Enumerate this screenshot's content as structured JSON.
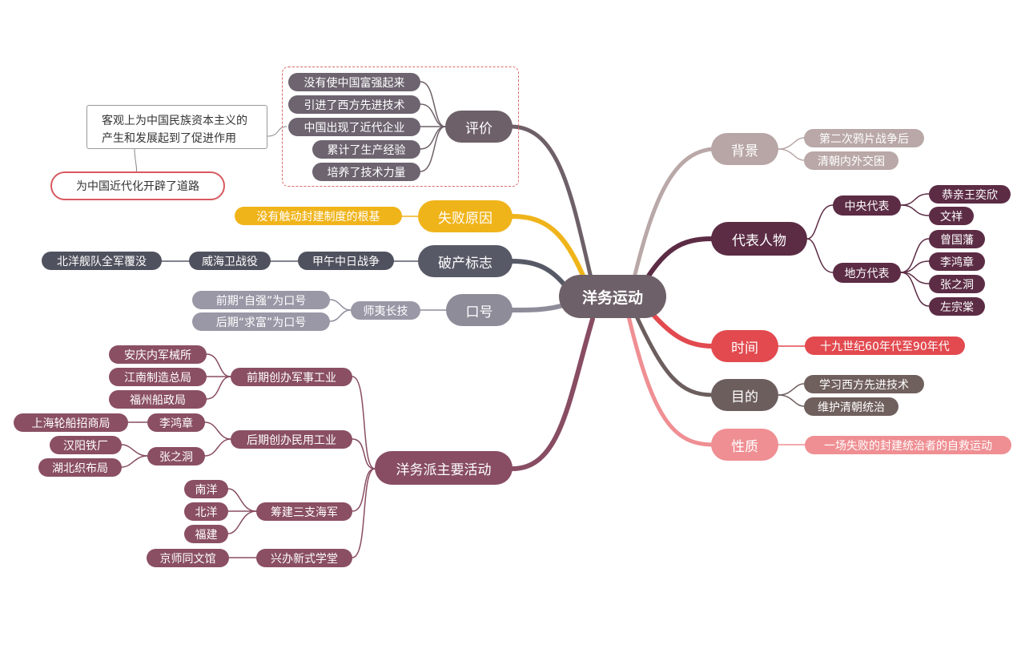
{
  "root": "洋务运动",
  "right": {
    "background": {
      "label": "背景",
      "items": [
        "第二次鸦片战争后",
        "清朝内外交困"
      ]
    },
    "representatives": {
      "label": "代表人物",
      "central": {
        "label": "中央代表",
        "items": [
          "恭亲王奕欣",
          "文祥"
        ]
      },
      "local": {
        "label": "地方代表",
        "items": [
          "曾国藩",
          "李鸿章",
          "张之洞",
          "左宗棠"
        ]
      }
    },
    "time": {
      "label": "时间",
      "items": [
        "十九世纪60年代至90年代"
      ]
    },
    "purpose": {
      "label": "目的",
      "items": [
        "学习西方先进技术",
        "维护清朝统治"
      ]
    },
    "nature": {
      "label": "性质",
      "items": [
        "一场失败的封建统治者的自救运动"
      ]
    }
  },
  "left": {
    "evaluation": {
      "label": "评价",
      "items": [
        "没有使中国富强起来",
        "引进了西方先进技术",
        "中国出现了近代企业",
        "累计了生产经验",
        "培养了技术力量"
      ],
      "note_box": [
        "客观上为中国民族资本主义的",
        "产生和发展起到了促进作用"
      ],
      "note_pill": "为中国近代化开辟了道路"
    },
    "failure": {
      "label": "失败原因",
      "items": [
        "没有触动封建制度的根基"
      ]
    },
    "bankruptcy": {
      "label": "破产标志",
      "chain": [
        "甲午中日战争",
        "威海卫战役",
        "北洋舰队全军覆没"
      ]
    },
    "slogan": {
      "label": "口号",
      "sub": "师夷长技",
      "items": [
        "前期“自强”为口号",
        "后期“求富”为口号"
      ]
    },
    "activities": {
      "label": "洋务派主要活动",
      "military": {
        "label": "前期创办军事工业",
        "items": [
          "安庆内军械所",
          "江南制造总局",
          "福州船政局"
        ]
      },
      "civil": {
        "label": "后期创办民用工业",
        "li": {
          "label": "李鸿章",
          "items": [
            "上海轮船招商局"
          ]
        },
        "zhang": {
          "label": "张之洞",
          "items": [
            "汉阳铁厂",
            "湖北织布局"
          ]
        }
      },
      "navy": {
        "label": "筹建三支海军",
        "items": [
          "南洋",
          "北洋",
          "福建"
        ]
      },
      "school": {
        "label": "兴办新式学堂",
        "items": [
          "京师同文馆"
        ]
      }
    }
  },
  "colors": {
    "root": "#6e6068",
    "background": "#b7a6a5",
    "representatives": "#5c2c45",
    "time": "#e24a4f",
    "purpose": "#6d5e5e",
    "nature": "#ef8f93",
    "evaluation": "#6e6068",
    "failure": "#f0b41b",
    "bankruptcy": "#575a66",
    "slogan": "#8f8c9a",
    "activities": "#884d63"
  }
}
